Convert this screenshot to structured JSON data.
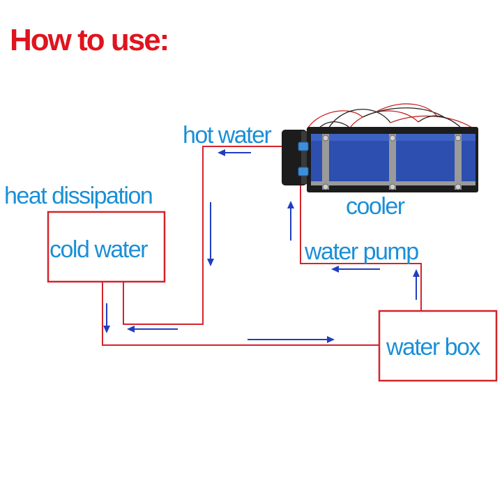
{
  "title": "How to use:",
  "labels": {
    "hot_water": "hot water",
    "heat_dissipation": "heat dissipation",
    "cold_water": "cold water",
    "cooler": "cooler",
    "water_pump": "water pump",
    "water_box": "water box"
  },
  "colors": {
    "title": "#e0141e",
    "label": "#1a8fd8",
    "pipe": "#d4232a",
    "arrow": "#1f3fbf",
    "cooler_body": "#2c4fb0",
    "cooler_frame": "#1c1c1c",
    "bracket": "#9a9a9a"
  }
}
